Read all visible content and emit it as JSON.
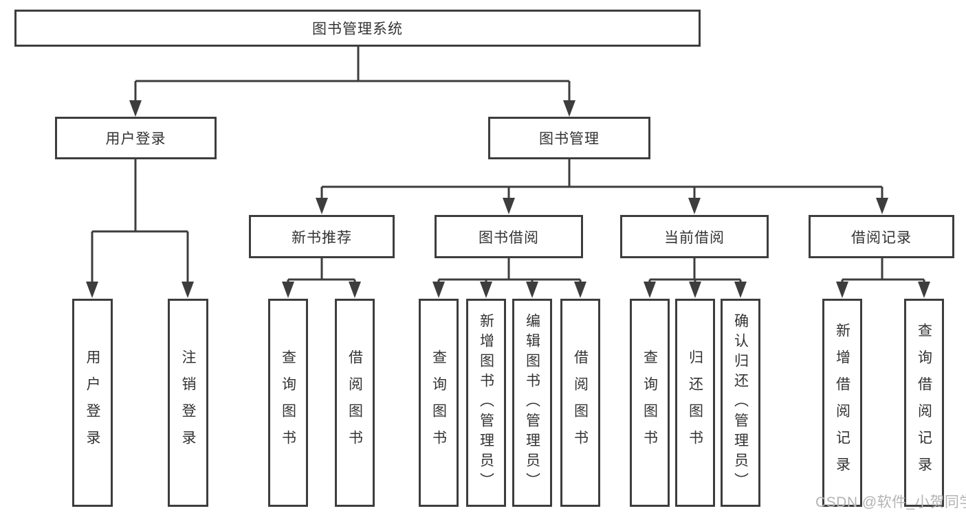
{
  "tree": {
    "root": {
      "label": "图书管理系统"
    },
    "branches": [
      {
        "label": "用户登录",
        "leaves": [
          {
            "label": "用户登录"
          },
          {
            "label": "注销登录"
          }
        ]
      },
      {
        "label": "图书管理",
        "groups": [
          {
            "label": "新书推荐",
            "leaves": [
              {
                "label": "查询图书"
              },
              {
                "label": "借阅图书"
              }
            ]
          },
          {
            "label": "图书借阅",
            "leaves": [
              {
                "label": "查询图书"
              },
              {
                "label": "新增图书（管理员）"
              },
              {
                "label": "编辑图书（管理员）"
              },
              {
                "label": "借阅图书"
              }
            ]
          },
          {
            "label": "当前借阅",
            "leaves": [
              {
                "label": "查询图书"
              },
              {
                "label": "归还图书"
              },
              {
                "label": "确认归还（管理员）"
              }
            ]
          },
          {
            "label": "借阅记录",
            "leaves": [
              {
                "label": "新增借阅记录"
              },
              {
                "label": "查询借阅记录"
              }
            ]
          }
        ]
      }
    ]
  },
  "watermark": {
    "text": "CSDN @软件_小贺同学"
  },
  "colors": {
    "line": "#3d3d3d",
    "text": "#333333",
    "background": "#ffffff",
    "watermark": "#b3b3b3"
  }
}
